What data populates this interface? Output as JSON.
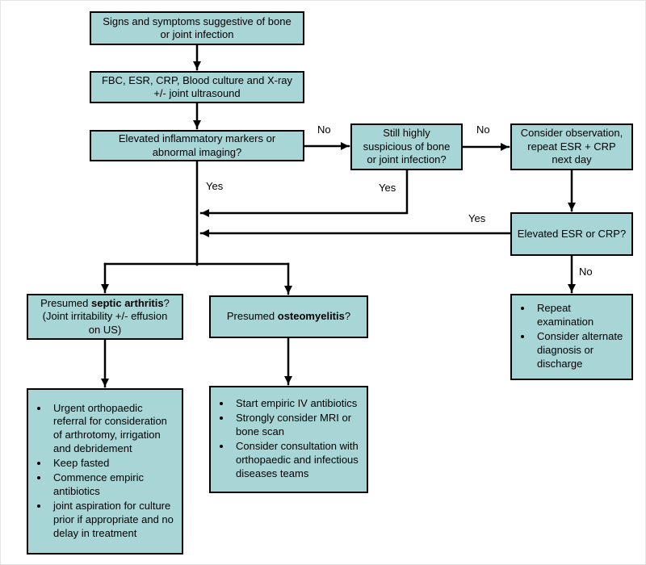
{
  "colors": {
    "box_fill": "#a8d5d6",
    "box_border": "#000000",
    "arrow": "#000000",
    "background": "#ffffff"
  },
  "nodes": {
    "signs": {
      "lines": [
        "Signs and symptoms suggestive of bone",
        "or joint infection"
      ]
    },
    "workup": {
      "lines": [
        "FBC, ESR, CRP, Blood culture and X-ray",
        "+/- joint ultrasound"
      ]
    },
    "markers": {
      "lines": [
        "Elevated inflammatory markers or",
        "abnormal imaging?"
      ]
    },
    "suspicious": {
      "lines": [
        "Still highly",
        "suspicious of bone",
        "or joint infection?"
      ]
    },
    "observation": {
      "lines": [
        "Consider observation,",
        "repeat ESR + CRP",
        "next day"
      ]
    },
    "esr_crp": {
      "lines": [
        "Elevated ESR or CRP?"
      ]
    },
    "septic": {
      "line1_pre": "Presumed ",
      "line1_bold": "septic arthritis",
      "line1_post": "?",
      "line2": "(Joint irritability +/- effusion",
      "line3": "on US)"
    },
    "osteo": {
      "line1_pre": "Presumed ",
      "line1_bold": "osteomyelitis",
      "line1_post": "?"
    },
    "repeat_exam": {
      "items": [
        "Repeat examination",
        "Consider alternate diagnosis or discharge"
      ]
    },
    "septic_mgmt": {
      "items": [
        "Urgent orthopaedic referral for consideration of arthrotomy, irrigation and debridement",
        "Keep fasted",
        "Commence empiric antibiotics",
        "joint aspiration for culture prior if appropriate and no delay in treatment"
      ]
    },
    "osteo_mgmt": {
      "items": [
        "Start empiric IV antibiotics",
        "Strongly consider MRI or bone scan",
        "Consider consultation with orthopaedic and infectious diseases teams"
      ]
    }
  },
  "edge_labels": {
    "markers_no": "No",
    "markers_yes": "Yes",
    "suspicious_no": "No",
    "suspicious_yes": "Yes",
    "esr_yes": "Yes",
    "esr_no": "No"
  }
}
